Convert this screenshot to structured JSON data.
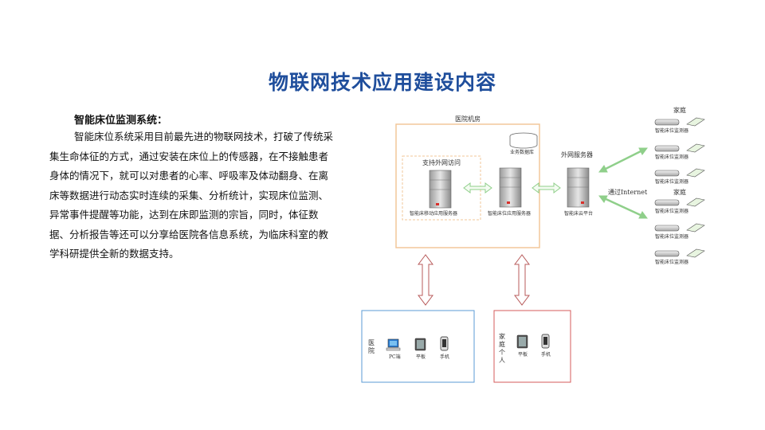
{
  "title": "物联网技术应用建设内容",
  "section": {
    "heading": "智能床位监测系统：",
    "paragraph": "智能床位系统采用目前最先进的物联网技术，打破了传统采集生命体征的方式，通过安装在床位上的传感器，在不接触患者身体的情况下，就可以对患者的心率、呼吸率及体动翻身、在离床等数据进行动态实时连续的采集、分析统计，实现床位监测、异常事件提醒等功能，达到在床即监测的宗旨，同时，体征数据、分析报告等还可以分享给医院各信息系统，为临床科室的教学科研提供全新的数据支持。"
  },
  "diagram": {
    "hospital_room_label": "医院机房",
    "external_access_label": "支持外网访问",
    "database_label": "业务数据库",
    "server_left_label": "智能床移动应用服务器",
    "server_mid_label": "智能床位应用服务器",
    "external_server_heading": "外网服务器",
    "server_right_label": "智能床云平台",
    "internet_label": "通过Internet",
    "home_label_top": "家庭",
    "home_label_mid": "家庭",
    "bed_label": "智能床位监测器",
    "hospital_box_label": "医院",
    "hospital_devices": [
      "PC端",
      "平板",
      "手机"
    ],
    "family_box_label": "家庭个人",
    "family_devices": [
      "平板",
      "手机"
    ],
    "colors": {
      "title_blue": "#1f4e9c",
      "hospital_border": "#f2c79a",
      "arrow_red": "#b85b5b",
      "arrow_green": "#8fcf8a",
      "hospital_box_border": "#5b9bd5",
      "family_box_border": "#d65b5b"
    }
  }
}
